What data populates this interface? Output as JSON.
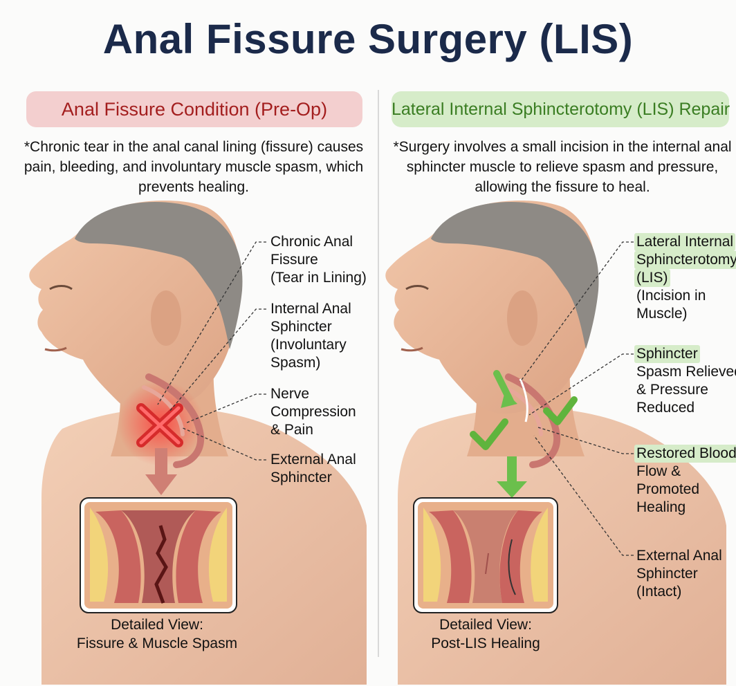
{
  "title": "Anal Fissure Surgery (LIS)",
  "left_panel": {
    "heading": "Anal Fissure Condition (Pre-Op)",
    "description": "*Chronic tear in the anal canal lining (fissure) causes pain, bleeding, and involuntary muscle spasm, which prevents healing.",
    "labels": [
      [
        "Chronic Anal",
        "Fissure",
        "(Tear in Lining)"
      ],
      [
        "Internal Anal",
        "Sphincter",
        "(Involuntary",
        "Spasm)"
      ],
      [
        "Nerve",
        "Compression",
        "& Pain"
      ],
      [
        "External Anal",
        "Sphincter"
      ]
    ],
    "caption": [
      "Detailed View:",
      "Fissure & Muscle Spasm"
    ]
  },
  "right_panel": {
    "heading": "Lateral Internal Sphincterotomy (LIS) Repair",
    "description": "*Surgery involves a small incision in the internal anal sphincter muscle to relieve spasm and pressure, allowing the fissure to heal.",
    "labels": [
      [
        "Lateral Internal",
        "Sphincterotomy",
        "(LIS)",
        "(Incision in",
        "Muscle)"
      ],
      [
        "Sphincter",
        "Spasm Relieved",
        "& Pressure",
        "Reduced"
      ],
      [
        "Restored Blood",
        "Flow &",
        "Promoted",
        "Healing"
      ],
      [
        "External Anal",
        "Sphincter",
        "(Intact)"
      ]
    ],
    "caption": [
      "Detailed View:",
      "Post-LIS Healing"
    ]
  },
  "colors": {
    "title": "#1b2a4a",
    "left_accent": "#a31e1e",
    "left_pill": "#f3cfcf",
    "right_accent": "#3a7d22",
    "right_pill": "#d6ecc9",
    "skin": "#e9b99a",
    "hair": "#8e8a85",
    "muscle": "#c97770"
  }
}
